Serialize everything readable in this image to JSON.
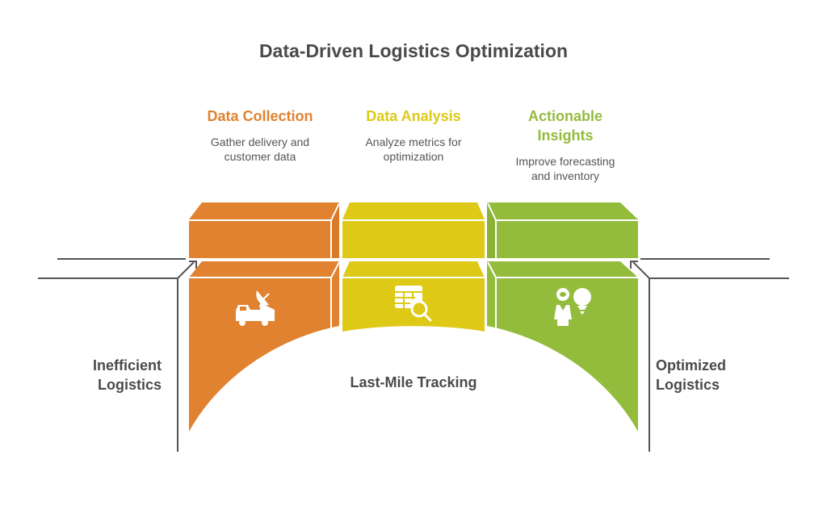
{
  "title": "Data-Driven Logistics Optimization",
  "stages": [
    {
      "title_lines": [
        "Data Collection"
      ],
      "desc_lines": [
        "Gather delivery and",
        "customer data"
      ],
      "color": "#e0822f",
      "icon": "satellite-truck-icon"
    },
    {
      "title_lines": [
        "Data Analysis"
      ],
      "desc_lines": [
        "Analyze metrics for",
        "optimization"
      ],
      "color": "#ddc916",
      "icon": "table-search-icon"
    },
    {
      "title_lines": [
        "Actionable",
        "Insights"
      ],
      "desc_lines": [
        "Improve forecasting",
        "and inventory"
      ],
      "color": "#93bc3d",
      "icon": "person-lightbulb-icon"
    }
  ],
  "left_label": [
    "Inefficient",
    "Logistics"
  ],
  "right_label": [
    "Optimized",
    "Logistics"
  ],
  "center_label": "Last-Mile Tracking",
  "colors": {
    "text": "#4a4a4a",
    "line": "#555555"
  }
}
